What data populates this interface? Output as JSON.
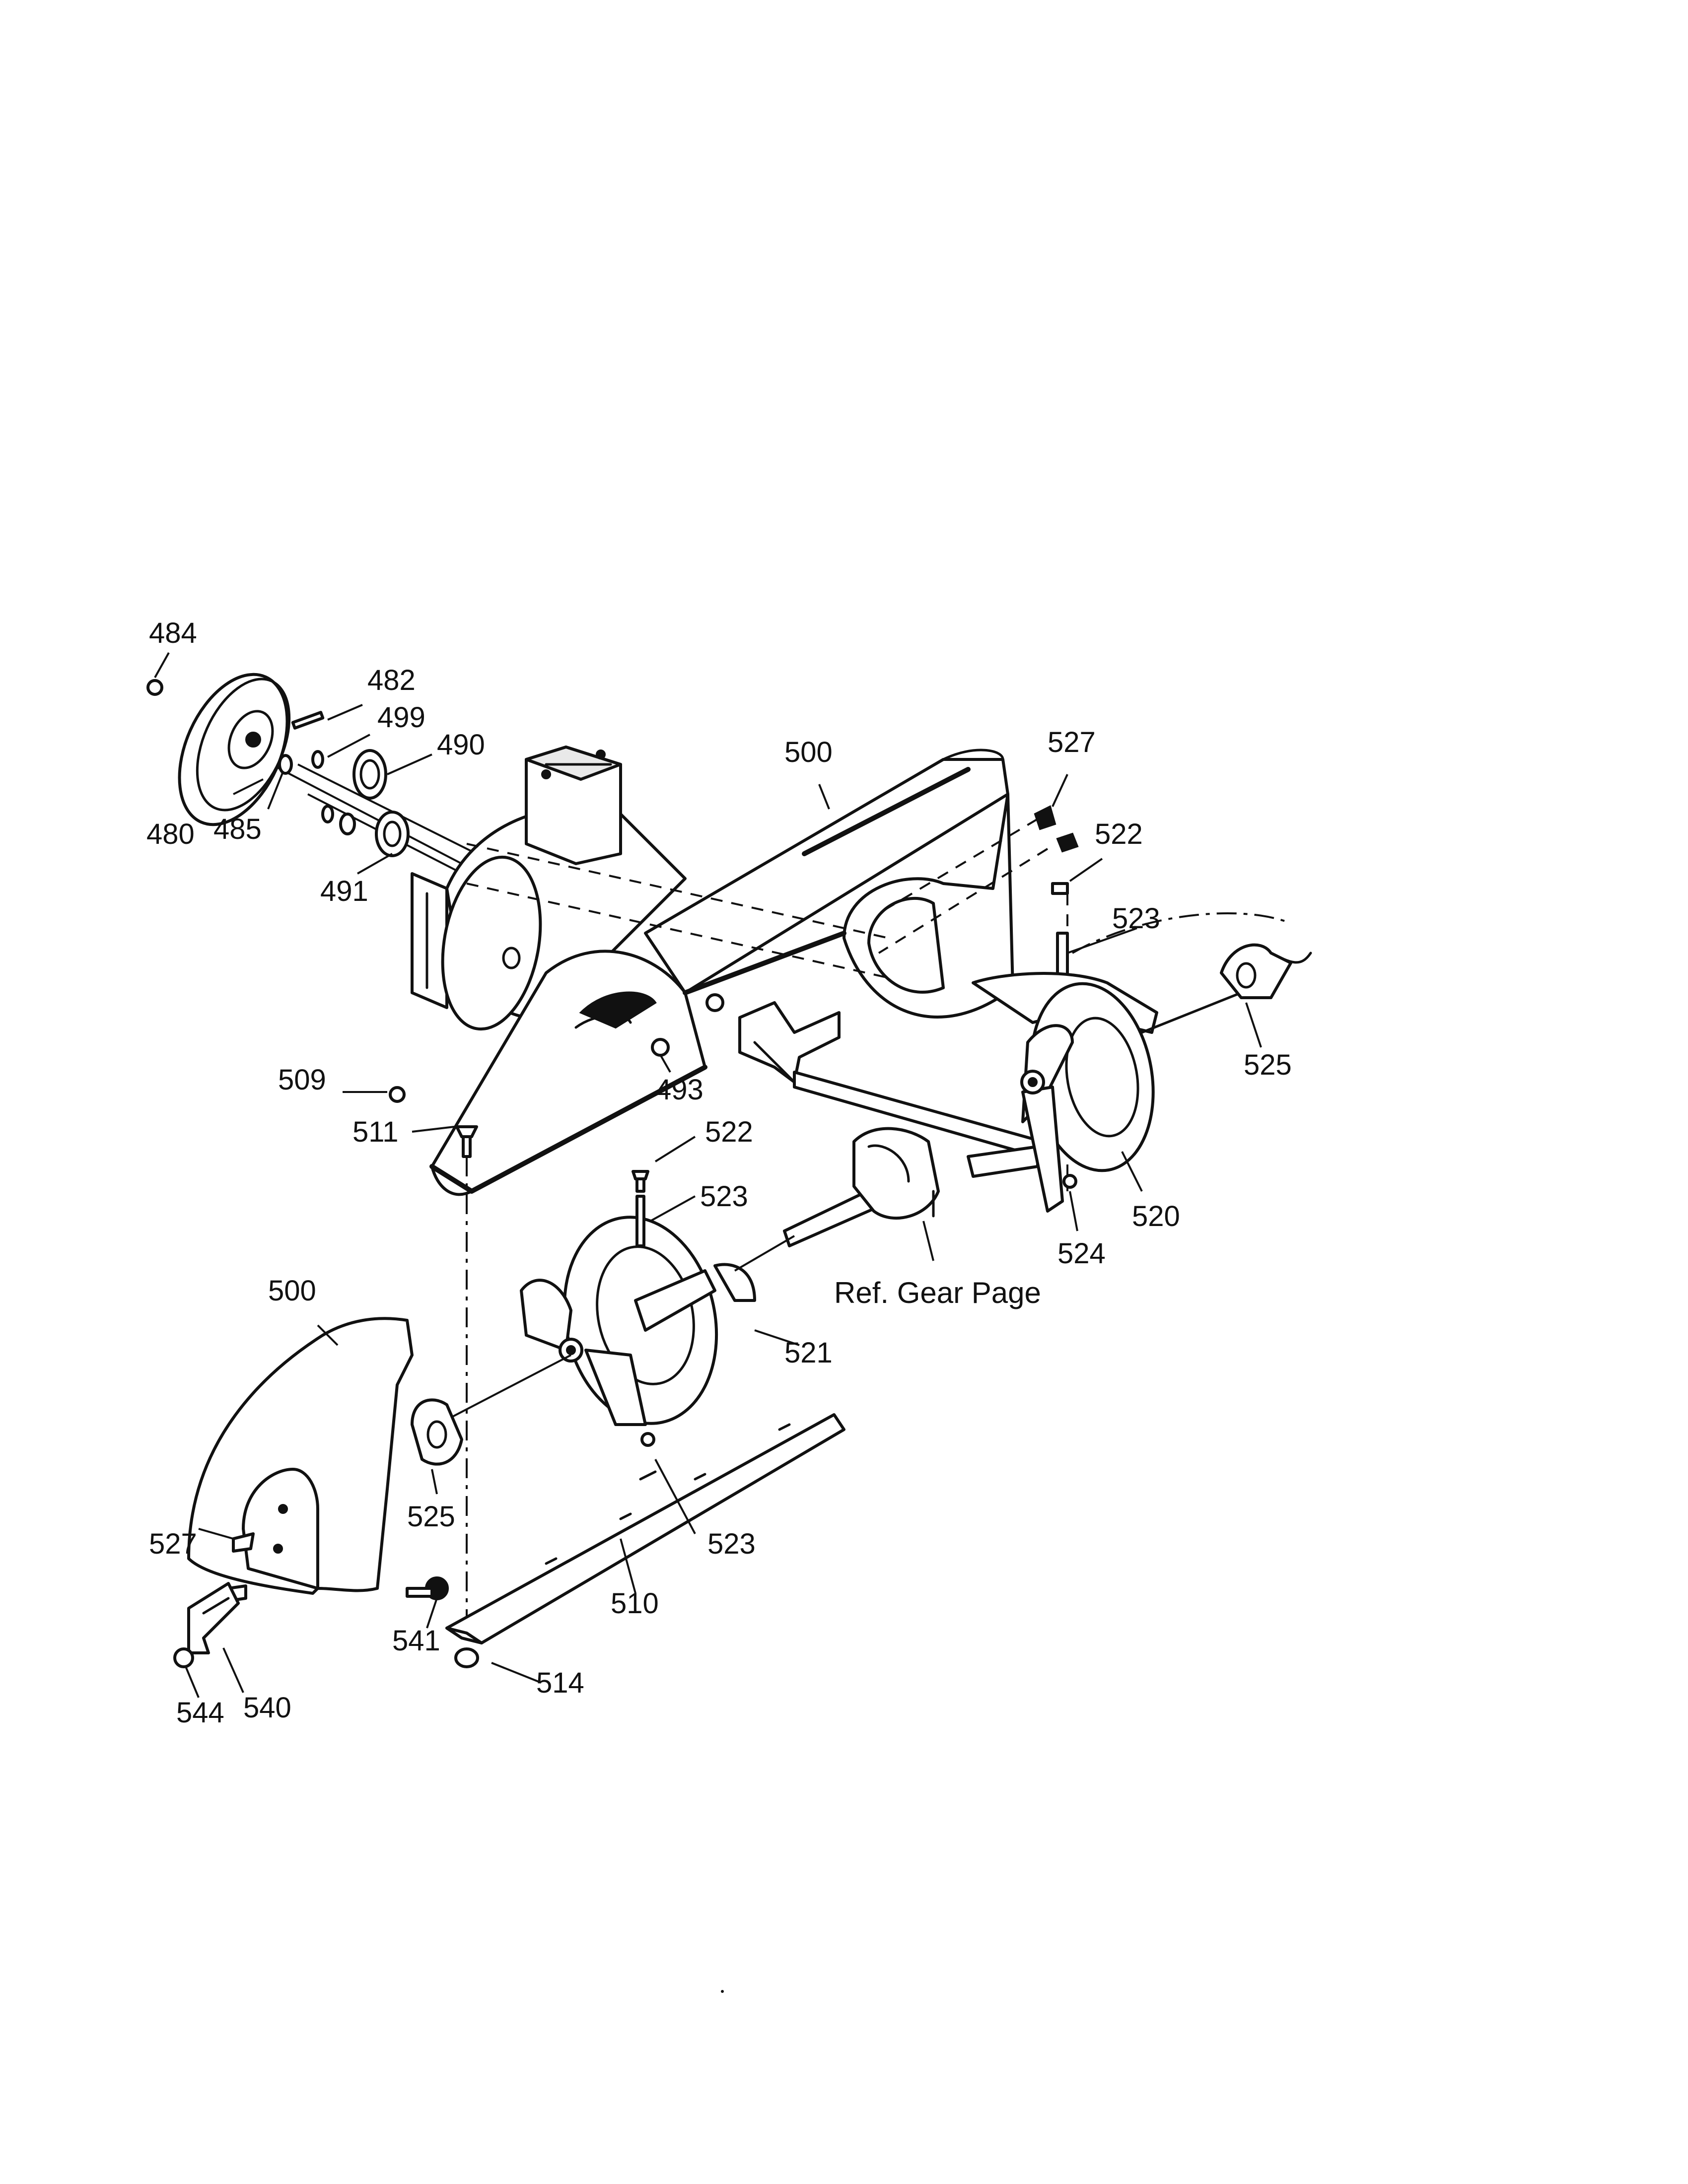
{
  "diagram": {
    "labels": [
      {
        "id": "l484",
        "text": "484"
      },
      {
        "id": "l482",
        "text": "482"
      },
      {
        "id": "l499",
        "text": "499"
      },
      {
        "id": "l490",
        "text": "490"
      },
      {
        "id": "l480",
        "text": "480"
      },
      {
        "id": "l485",
        "text": "485"
      },
      {
        "id": "l491",
        "text": "491"
      },
      {
        "id": "l500a",
        "text": "500"
      },
      {
        "id": "l527a",
        "text": "527"
      },
      {
        "id": "l522a",
        "text": "522"
      },
      {
        "id": "l523a",
        "text": "523"
      },
      {
        "id": "l525a",
        "text": "525"
      },
      {
        "id": "l509",
        "text": "509"
      },
      {
        "id": "l511",
        "text": "511"
      },
      {
        "id": "l493",
        "text": "493"
      },
      {
        "id": "l522b",
        "text": "522"
      },
      {
        "id": "l523b",
        "text": "523"
      },
      {
        "id": "l520",
        "text": "520"
      },
      {
        "id": "l524",
        "text": "524"
      },
      {
        "id": "l500b",
        "text": "500"
      },
      {
        "id": "l521",
        "text": "521"
      },
      {
        "id": "l527b",
        "text": "527"
      },
      {
        "id": "l525b",
        "text": "525"
      },
      {
        "id": "l523c",
        "text": "523"
      },
      {
        "id": "l541",
        "text": "541"
      },
      {
        "id": "l510",
        "text": "510"
      },
      {
        "id": "l514",
        "text": "514"
      },
      {
        "id": "l544",
        "text": "544"
      },
      {
        "id": "l540",
        "text": "540"
      }
    ],
    "ref_gear_page": "Ref. Gear Page"
  }
}
